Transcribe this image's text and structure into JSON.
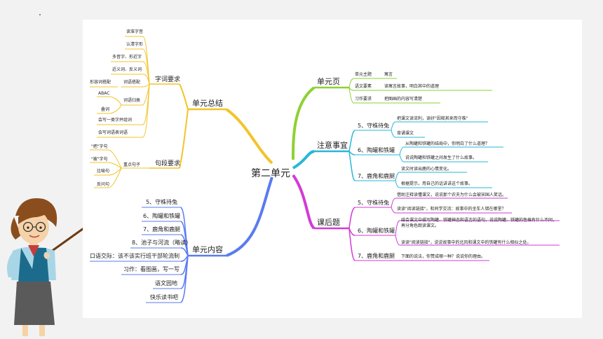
{
  "center": "第二单元",
  "left_top": {
    "title": "单元总结",
    "ci": {
      "title": "字词要求",
      "items": [
        "读准字音",
        "认清字形",
        "多音字、形近字",
        "近义词、反义词",
        "词语搭配"
      ],
      "dapei_sub": "形容词搭配",
      "guilei": {
        "title": "词语归类",
        "items": [
          "ABAC",
          "叠词"
        ]
      },
      "more": [
        "会写一类字并组词",
        "会写词语表词语"
      ]
    },
    "ju": {
      "title": "句段要求",
      "zhongdian": {
        "title": "重点句子",
        "items": [
          "\"把\"字句",
          "\"被\"字句",
          "比喻句",
          "反问句"
        ]
      }
    }
  },
  "left_bottom": {
    "title": "单元内容",
    "items": [
      "5、守株待兔",
      "6、陶罐和铁罐",
      "7、鹿角和鹿腿",
      "8、池子与河流（略读）",
      "口语交际：该不该实行班干部轮流制",
      "习作：看图画，写一写",
      "语文园地",
      "快乐读书吧"
    ]
  },
  "right_top": {
    "title": "单元页",
    "rows": [
      {
        "k": "单元主题",
        "v": "寓言"
      },
      {
        "k": "语文要素",
        "v": "读寓言故事，明白其中的道理"
      },
      {
        "k": "习作要求",
        "v": "把图画的内容写清楚"
      }
    ]
  },
  "right_mid": {
    "title": "注意事宜",
    "groups": [
      {
        "title": "5、守株待兔",
        "items": [
          "把课文读流利，读好\"因释其来而守株\"",
          "背诵课文"
        ]
      },
      {
        "title": "6、陶罐和铁罐",
        "items": [
          "从陶罐和铁罐的结局中，你明白了什么道理？",
          "说说陶罐和铁罐之间发生了什么故事。"
        ]
      },
      {
        "title": "7、鹿角和鹿腿",
        "items": [
          "读文时读出鹿的心情变化。",
          "根据提示，用自己的话讲讲这个故事。"
        ]
      }
    ]
  },
  "right_bottom": {
    "title": "课后题",
    "groups": [
      {
        "title": "5、守株待兔",
        "items": [
          "借助注释读懂课文，说说那个农夫为什么会被宋国人笑话。",
          "读读\"阅读链接\"，和同学交流：故事中的坐车人错在哪里？"
        ]
      },
      {
        "title": "6、陶罐和铁罐",
        "items": [
          "结合课文中描写陶罐、铁罐神态和语言的语句，说说陶罐、铁罐的性格有什么不同，再分角色朗读课文。",
          "读读\"阅读链接\"，说说故事中的北风和课文中的铁罐有什么相似之处。"
        ]
      },
      {
        "title": "7、鹿角和鹿腿",
        "items": [
          "下面的说法，你赞成哪一种？说说你的理由。"
        ]
      }
    ]
  },
  "colors": {
    "slide_bg": "#f2f2f2",
    "map_bg": "#ffffff",
    "yellow": "#f2c42a",
    "blue": "#5a7bf0",
    "green": "#8ed134",
    "cyan": "#27b7d8",
    "magenta": "#d33bd5",
    "orange": "#f7a23b"
  },
  "teacher_illustration": "teacher-pointing-illustration"
}
